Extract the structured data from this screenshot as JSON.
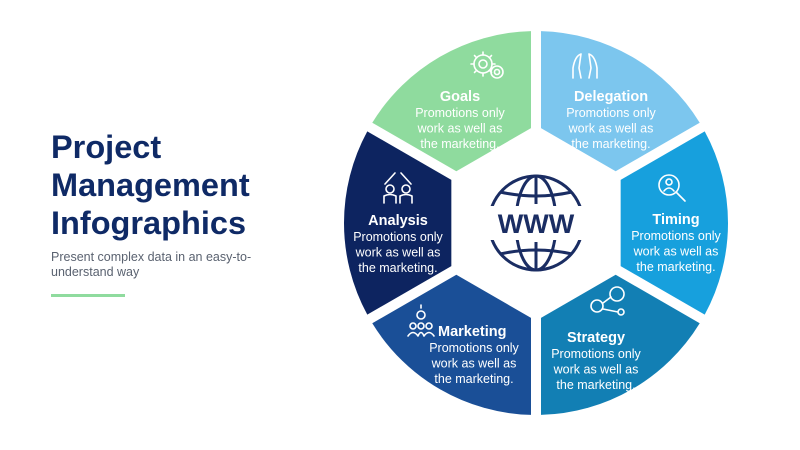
{
  "title_lines": [
    "Project",
    "Management",
    "Infographics"
  ],
  "subtitle": "Present complex data in an easy-to-understand way",
  "center_icon": "www-globe-icon",
  "center_text": "WWW",
  "accent_line_color": "#8fdb9e",
  "segments": [
    {
      "name": "goals",
      "title": "Goals",
      "lines": [
        "Promotions only",
        "work as well as",
        "the marketing."
      ],
      "color": "#8fdb9e",
      "icon": "gears-icon"
    },
    {
      "name": "delegation",
      "title": "Delegation",
      "lines": [
        "Promotions only",
        "work as well as",
        "the marketing."
      ],
      "color": "#7cc6ee",
      "icon": "hands-icon"
    },
    {
      "name": "timing",
      "title": "Timing",
      "lines": [
        "Promotions only",
        "work as well as",
        "the marketing."
      ],
      "color": "#17a0dd",
      "icon": "magnifier-person-icon"
    },
    {
      "name": "strategy",
      "title": "Strategy",
      "lines": [
        "Promotions only",
        "work as well as",
        "the marketing."
      ],
      "color": "#127fb4",
      "icon": "network-people-icon"
    },
    {
      "name": "marketing",
      "title": "Marketing",
      "lines": [
        "Promotions only",
        "work as well as",
        "the marketing."
      ],
      "color": "#1a4f97",
      "icon": "team-idea-icon"
    },
    {
      "name": "analysis",
      "title": "Analysis",
      "lines": [
        "Promotions only",
        "work as well as",
        "the marketing."
      ],
      "color": "#0d2460",
      "icon": "high-five-icon"
    }
  ]
}
